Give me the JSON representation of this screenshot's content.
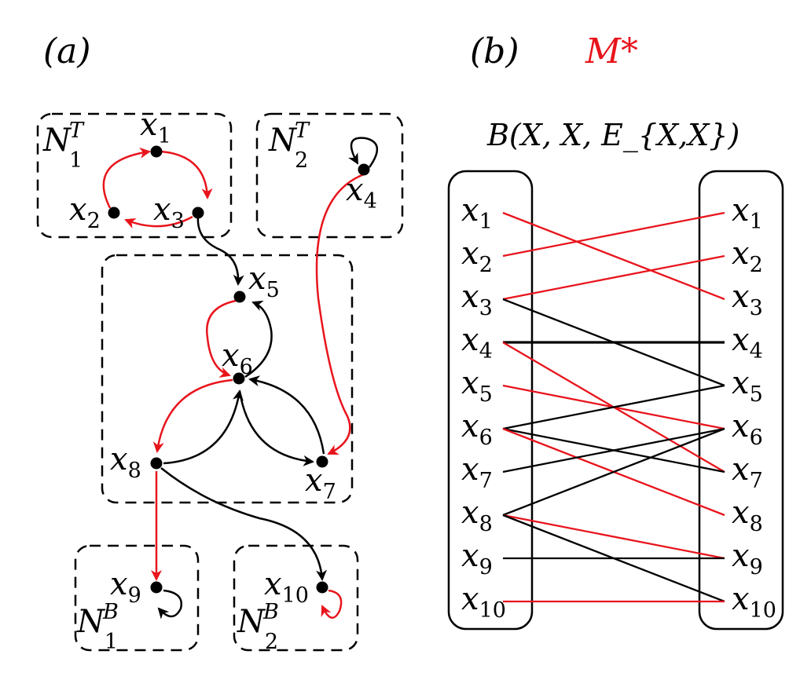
{
  "panel_a": {
    "label": "(a)",
    "groups": [
      {
        "id": "N1T",
        "base": "N",
        "sub": "1",
        "sup": "T"
      },
      {
        "id": "N2T",
        "base": "N",
        "sub": "2",
        "sup": "T"
      },
      {
        "id": "N1B",
        "base": "N",
        "sub": "1",
        "sup": "B"
      },
      {
        "id": "N2B",
        "base": "N",
        "sub": "2",
        "sup": "B"
      }
    ],
    "nodes": [
      {
        "id": "x1",
        "base": "x",
        "sub": "1"
      },
      {
        "id": "x2",
        "base": "x",
        "sub": "2"
      },
      {
        "id": "x3",
        "base": "x",
        "sub": "3"
      },
      {
        "id": "x4",
        "base": "x",
        "sub": "4"
      },
      {
        "id": "x5",
        "base": "x",
        "sub": "5"
      },
      {
        "id": "x6",
        "base": "x",
        "sub": "6"
      },
      {
        "id": "x7",
        "base": "x",
        "sub": "7"
      },
      {
        "id": "x8",
        "base": "x",
        "sub": "8"
      },
      {
        "id": "x9",
        "base": "x",
        "sub": "9"
      },
      {
        "id": "x10",
        "base": "x",
        "sub": "10"
      }
    ],
    "edges": [
      {
        "from": "x1",
        "to": "x3",
        "color": "red"
      },
      {
        "from": "x3",
        "to": "x2",
        "color": "red"
      },
      {
        "from": "x2",
        "to": "x1",
        "color": "red"
      },
      {
        "from": "x3",
        "to": "x5",
        "color": "black"
      },
      {
        "from": "x4",
        "to": "x4",
        "color": "black"
      },
      {
        "from": "x4",
        "to": "x7",
        "color": "red"
      },
      {
        "from": "x5",
        "to": "x6",
        "color": "red"
      },
      {
        "from": "x6",
        "to": "x5",
        "color": "black"
      },
      {
        "from": "x6",
        "to": "x8",
        "color": "red"
      },
      {
        "from": "x8",
        "to": "x6",
        "color": "black"
      },
      {
        "from": "x6",
        "to": "x7",
        "color": "black"
      },
      {
        "from": "x7",
        "to": "x6",
        "color": "black"
      },
      {
        "from": "x8",
        "to": "x9",
        "color": "red"
      },
      {
        "from": "x8",
        "to": "x10",
        "color": "black"
      },
      {
        "from": "x9",
        "to": "x9",
        "color": "black"
      },
      {
        "from": "x10",
        "to": "x10",
        "color": "red"
      }
    ]
  },
  "panel_b": {
    "label": "(b)",
    "matching_label": "M*",
    "bipartite_title": "B(X, X, E_{X,X})",
    "left": [
      "x1",
      "x2",
      "x3",
      "x4",
      "x5",
      "x6",
      "x7",
      "x8",
      "x9",
      "x10"
    ],
    "right": [
      "x1",
      "x2",
      "x3",
      "x4",
      "x5",
      "x6",
      "x7",
      "x8",
      "x9",
      "x10"
    ],
    "edges": [
      {
        "from": "x1",
        "to": "x3",
        "color": "red"
      },
      {
        "from": "x2",
        "to": "x1",
        "color": "red"
      },
      {
        "from": "x3",
        "to": "x2",
        "color": "red"
      },
      {
        "from": "x3",
        "to": "x5",
        "color": "black"
      },
      {
        "from": "x4",
        "to": "x4",
        "color": "black"
      },
      {
        "from": "x4",
        "to": "x7",
        "color": "red"
      },
      {
        "from": "x5",
        "to": "x6",
        "color": "red"
      },
      {
        "from": "x6",
        "to": "x5",
        "color": "black"
      },
      {
        "from": "x6",
        "to": "x7",
        "color": "black"
      },
      {
        "from": "x6",
        "to": "x8",
        "color": "red"
      },
      {
        "from": "x7",
        "to": "x6",
        "color": "black"
      },
      {
        "from": "x8",
        "to": "x6",
        "color": "black"
      },
      {
        "from": "x8",
        "to": "x9",
        "color": "red"
      },
      {
        "from": "x8",
        "to": "x10",
        "color": "black"
      },
      {
        "from": "x9",
        "to": "x9",
        "color": "black"
      },
      {
        "from": "x10",
        "to": "x10",
        "color": "red"
      }
    ]
  },
  "colors": {
    "matched": "#e8141c",
    "unmatched": "#000000"
  }
}
